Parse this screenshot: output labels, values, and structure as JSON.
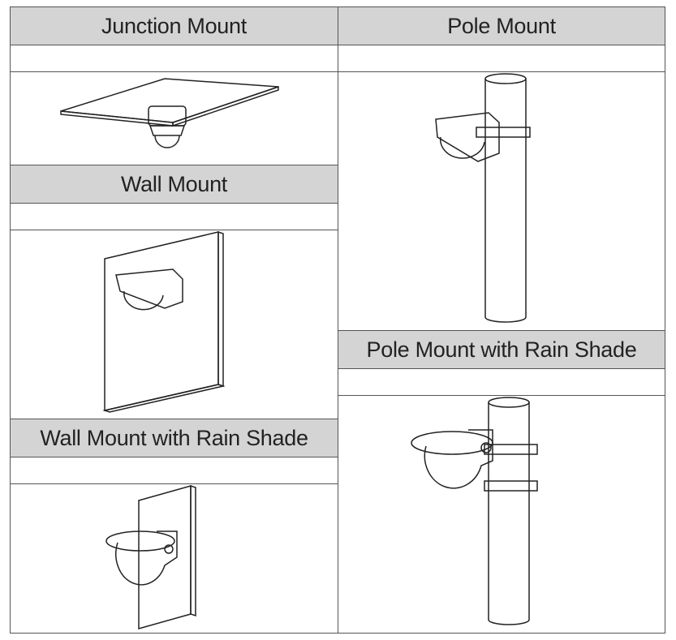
{
  "table": {
    "left": {
      "junction_mount": "Junction Mount",
      "wall_mount": "Wall Mount",
      "wall_mount_rain_shade": "Wall Mount with Rain Shade"
    },
    "right": {
      "pole_mount": "Pole Mount",
      "pole_mount_rain_shade": "Pole Mount with Rain Shade"
    }
  }
}
